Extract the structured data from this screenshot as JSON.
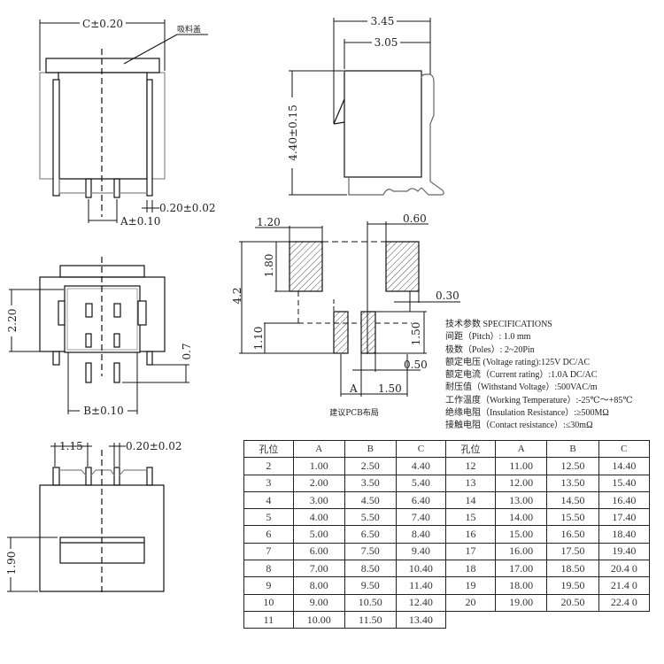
{
  "front_view": {
    "dim_c": "C±0.20",
    "cap_label": "吸料盖",
    "dim_pin_width": "0.20±0.02",
    "dim_a": "A±0.10"
  },
  "side_view": {
    "dim_depth_outer": "3.45",
    "dim_depth_inner": "3.05",
    "dim_height": "4.40±0.15"
  },
  "top_view": {
    "dim_height": "2.20",
    "dim_pin": "0.7",
    "dim_b": "B±0.10"
  },
  "bottom_view": {
    "dim_pitch": "1.15",
    "dim_pin_width": "0.20±0.02",
    "dim_window": "1.90"
  },
  "pcb_layout": {
    "caption": "建议PCB布局",
    "dims": {
      "pad_width": "1.20",
      "gap": "0.60",
      "total_height": "4.2",
      "pad_height": "1.80",
      "offset": "1.10",
      "signal_pad_height": "1.50",
      "clearance": "0.30",
      "signal_pad_width": "0.50",
      "a": "A",
      "pitch": "1.50"
    }
  },
  "specifications": [
    "技术参数 SPECIFICATIONS",
    "间距（Pitch）: 1.0 mm",
    "极数（Poles）: 2~20Pin",
    "额定电压 (Voltage rating):125V DC/AC",
    "额定电流（Current rating）:1.0A DC/AC",
    "耐压值（Withstand Voltage）:500VAC/m",
    "工作温度（Working Temperature）:-25℃～+85℃",
    "绝缘电阻（Insulation Resistance）:≥500MΩ",
    "接触电阻（Contact resistance）:≤30mΩ"
  ],
  "table": {
    "headers": [
      "孔位",
      "A",
      "B",
      "C"
    ],
    "left_rows": [
      [
        "2",
        "1.00",
        "2.50",
        "4.40"
      ],
      [
        "3",
        "2.00",
        "3.50",
        "5.40"
      ],
      [
        "4",
        "3.00",
        "4.50",
        "6.40"
      ],
      [
        "5",
        "4.00",
        "5.50",
        "7.40"
      ],
      [
        "6",
        "5.00",
        "6.50",
        "8.40"
      ],
      [
        "7",
        "6.00",
        "7.50",
        "9.40"
      ],
      [
        "8",
        "7.00",
        "8.50",
        "10.40"
      ],
      [
        "9",
        "8.00",
        "9.50",
        "11.40"
      ],
      [
        "10",
        "9.00",
        "10.50",
        "12.40"
      ],
      [
        "11",
        "10.00",
        "11.50",
        "13.40"
      ]
    ],
    "right_rows": [
      [
        "12",
        "11.00",
        "12.50",
        "14.40"
      ],
      [
        "13",
        "12.00",
        "13.50",
        "15.40"
      ],
      [
        "14",
        "13.00",
        "14.50",
        "16.40"
      ],
      [
        "15",
        "14.00",
        "15.50",
        "17.40"
      ],
      [
        "16",
        "15.00",
        "16.50",
        "18.40"
      ],
      [
        "17",
        "16.00",
        "17.50",
        "19.40"
      ],
      [
        "18",
        "17.00",
        "18.50",
        "20.4 0"
      ],
      [
        "19",
        "18.00",
        "19.50",
        "21.4 0"
      ],
      [
        "20",
        "19.00",
        "20.50",
        "22.4 0"
      ]
    ]
  }
}
